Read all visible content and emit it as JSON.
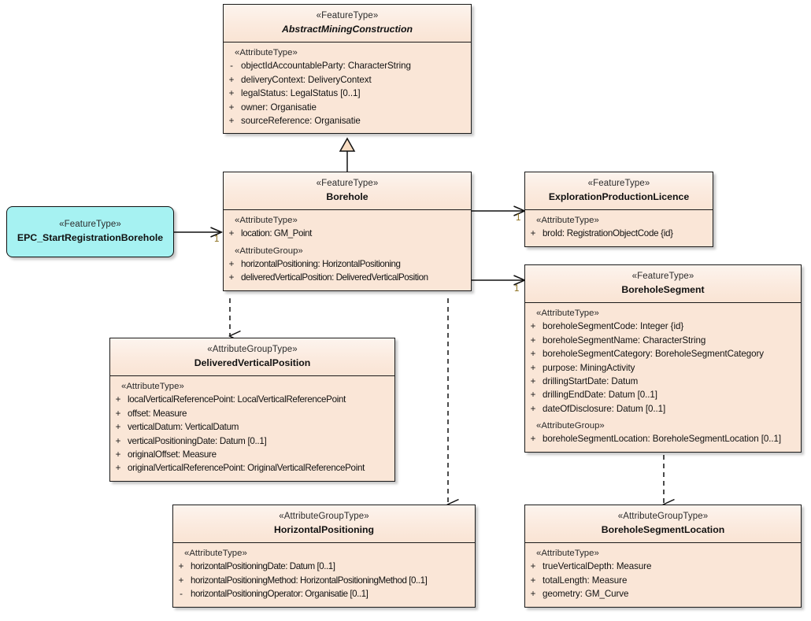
{
  "diagram": {
    "title": "Borehole UML class diagram",
    "type": "uml-class-diagram",
    "background": "#ffffff",
    "class_fill": "#fae6d7",
    "class_header_fill": "#fbeade",
    "epc_fill": "#a6f2f2",
    "border_color": "#1a1a1a",
    "multiplicity_color": "#8a6d1a"
  },
  "classes": {
    "abstractMiningConstruction": {
      "stereotype": "«FeatureType»",
      "name": "AbstractMiningConstruction",
      "abstract": true,
      "groups": [
        {
          "label": "«AttributeType»",
          "attributes": [
            {
              "vis": "-",
              "text": "objectIdAccountableParty: CharacterString"
            },
            {
              "vis": "+",
              "text": "deliveryContext: DeliveryContext"
            },
            {
              "vis": "+",
              "text": "legalStatus: LegalStatus [0..1]"
            },
            {
              "vis": "+",
              "text": "owner: Organisatie"
            },
            {
              "vis": "+",
              "text": "sourceReference: Organisatie"
            }
          ]
        }
      ]
    },
    "borehole": {
      "stereotype": "«FeatureType»",
      "name": "Borehole",
      "abstract": false,
      "groups": [
        {
          "label": "«AttributeType»",
          "attributes": [
            {
              "vis": "+",
              "text": "location: GM_Point"
            }
          ]
        },
        {
          "label": "«AttributeGroup»",
          "attributes": [
            {
              "vis": "+",
              "text": "horizontalPositioning: HorizontalPositioning"
            },
            {
              "vis": "+",
              "text": "deliveredVerticalPosition: DeliveredVerticalPosition"
            }
          ]
        }
      ]
    },
    "epcStartRegistrationBorehole": {
      "stereotype": "«FeatureType»",
      "name": "EPC_StartRegistrationBorehole",
      "abstract": false,
      "groups": []
    },
    "explorationProductionLicence": {
      "stereotype": "«FeatureType»",
      "name": "ExplorationProductionLicence",
      "abstract": false,
      "groups": [
        {
          "label": "«AttributeType»",
          "attributes": [
            {
              "vis": "+",
              "text": "broId: RegistrationObjectCode {id}"
            }
          ]
        }
      ]
    },
    "boreholeSegment": {
      "stereotype": "«FeatureType»",
      "name": "BoreholeSegment",
      "abstract": false,
      "groups": [
        {
          "label": "«AttributeType»",
          "attributes": [
            {
              "vis": "+",
              "text": "boreholeSegmentCode: Integer {id}"
            },
            {
              "vis": "+",
              "text": "boreholeSegmentName: CharacterString"
            },
            {
              "vis": "+",
              "text": "boreholeSegmentCategory: BoreholeSegmentCategory"
            },
            {
              "vis": "+",
              "text": "purpose: MiningActivity"
            },
            {
              "vis": "+",
              "text": "drillingStartDate: Datum"
            },
            {
              "vis": "+",
              "text": "drillingEndDate: Datum [0..1]"
            },
            {
              "vis": "+",
              "text": "dateOfDisclosure: Datum [0..1]"
            }
          ]
        },
        {
          "label": "«AttributeGroup»",
          "attributes": [
            {
              "vis": "+",
              "text": "boreholeSegmentLocation: BoreholeSegmentLocation [0..1]"
            }
          ]
        }
      ]
    },
    "deliveredVerticalPosition": {
      "stereotype": "«AttributeGroupType»",
      "name": "DeliveredVerticalPosition",
      "abstract": false,
      "groups": [
        {
          "label": "«AttributeType»",
          "attributes": [
            {
              "vis": "+",
              "text": "localVerticalReferencePoint: LocalVerticalReferencePoint"
            },
            {
              "vis": "+",
              "text": "offset: Measure"
            },
            {
              "vis": "+",
              "text": "verticalDatum: VerticalDatum"
            },
            {
              "vis": "+",
              "text": "verticalPositioningDate: Datum [0..1]"
            },
            {
              "vis": "+",
              "text": "originalOffset: Measure"
            },
            {
              "vis": "+",
              "text": "originalVerticalReferencePoint: OriginalVerticalReferencePoint"
            }
          ]
        }
      ]
    },
    "horizontalPositioning": {
      "stereotype": "«AttributeGroupType»",
      "name": "HorizontalPositioning",
      "abstract": false,
      "groups": [
        {
          "label": "«AttributeType»",
          "attributes": [
            {
              "vis": "+",
              "text": "horizontalPositioningDate: Datum [0..1]"
            },
            {
              "vis": "+",
              "text": "horizontalPositioningMethod: HorizontalPositioningMethod [0..1]"
            },
            {
              "vis": "-",
              "text": "horizontalPositioningOperator: Organisatie [0..1]"
            }
          ]
        }
      ]
    },
    "boreholeSegmentLocation": {
      "stereotype": "«AttributeGroupType»",
      "name": "BoreholeSegmentLocation",
      "abstract": false,
      "groups": [
        {
          "label": "«AttributeType»",
          "attributes": [
            {
              "vis": "+",
              "text": "trueVerticalDepth: Measure"
            },
            {
              "vis": "+",
              "text": "totalLength: Measure"
            },
            {
              "vis": "+",
              "text": "geometry: GM_Curve"
            }
          ]
        }
      ]
    }
  },
  "connectors": {
    "generalization": {
      "label": "",
      "from": "Borehole",
      "to": "AbstractMiningConstruction",
      "kind": "generalization"
    },
    "epcToBorehole": {
      "label": "1",
      "from": "EPC_StartRegistrationBorehole",
      "to": "Borehole",
      "kind": "association"
    },
    "boreholeToLicence": {
      "label": "1",
      "from": "Borehole",
      "to": "ExplorationProductionLicence",
      "kind": "association"
    },
    "boreholeToSegment": {
      "label": "1",
      "from": "Borehole",
      "to": "BoreholeSegment",
      "kind": "association"
    },
    "boreholeToDvp": {
      "label": "",
      "from": "Borehole",
      "to": "DeliveredVerticalPosition",
      "kind": "dependency"
    },
    "boreholeToHp": {
      "label": "",
      "from": "Borehole",
      "to": "HorizontalPositioning",
      "kind": "dependency"
    },
    "segmentToLocation": {
      "label": "",
      "from": "BoreholeSegment",
      "to": "BoreholeSegmentLocation",
      "kind": "dependency"
    }
  }
}
